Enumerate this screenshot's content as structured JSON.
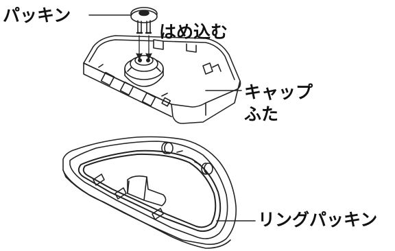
{
  "labels": {
    "packing": "パッキン",
    "insert": "はめ込む",
    "cap_line1": "キャップ",
    "cap_line2": "ふた",
    "ring_packing": "リングパッキン"
  }
}
